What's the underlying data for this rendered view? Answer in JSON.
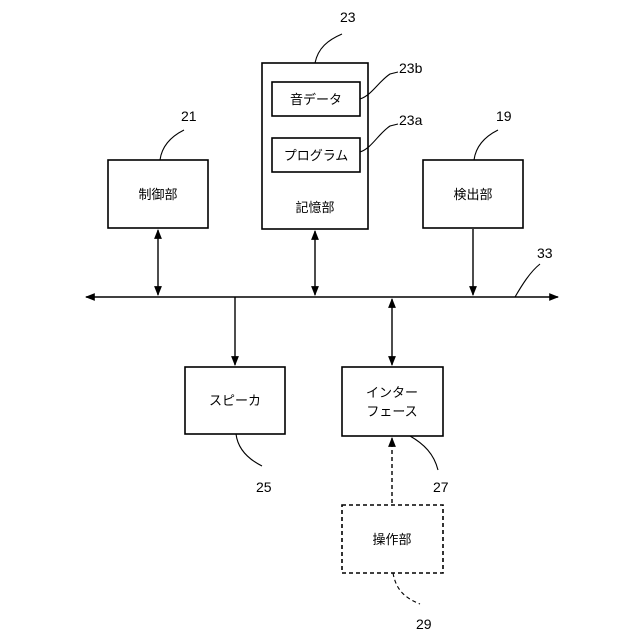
{
  "blocks": {
    "control": {
      "label": "制御部",
      "ref": "21"
    },
    "storage": {
      "label": "記憶部",
      "ref": "23"
    },
    "sound_data": {
      "label": "音データ",
      "ref": "23b"
    },
    "program": {
      "label": "プログラム",
      "ref": "23a"
    },
    "detection": {
      "label": "検出部",
      "ref": "19"
    },
    "speaker": {
      "label": "スピーカ",
      "ref": "25"
    },
    "interface": {
      "label_line1": "インター",
      "label_line2": "フェース",
      "ref": "27"
    },
    "operation": {
      "label": "操作部",
      "ref": "29"
    }
  },
  "bus": {
    "ref": "33"
  }
}
